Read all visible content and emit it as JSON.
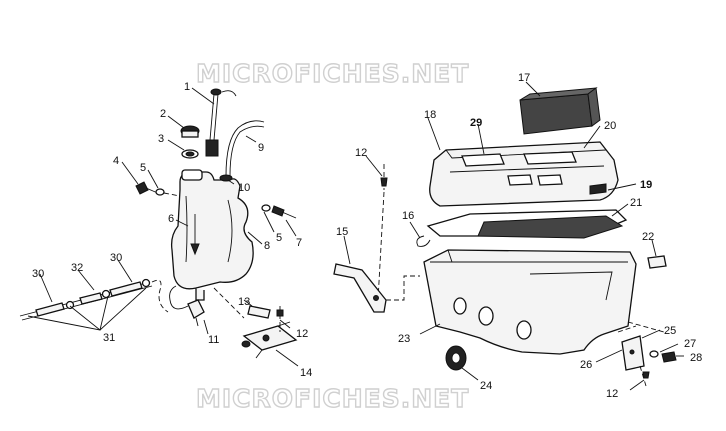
{
  "watermarks": [
    "MICROFICHES.NET",
    "MICROFICHES.NET"
  ],
  "callouts": [
    {
      "id": "c1",
      "text": "1",
      "bold": false
    },
    {
      "id": "c2",
      "text": "2",
      "bold": false
    },
    {
      "id": "c3",
      "text": "3",
      "bold": false
    },
    {
      "id": "c4",
      "text": "4",
      "bold": false
    },
    {
      "id": "c5a",
      "text": "5",
      "bold": false
    },
    {
      "id": "c5b",
      "text": "5",
      "bold": false
    },
    {
      "id": "c6",
      "text": "6",
      "bold": false
    },
    {
      "id": "c7",
      "text": "7",
      "bold": false
    },
    {
      "id": "c8",
      "text": "8",
      "bold": false
    },
    {
      "id": "c9",
      "text": "9",
      "bold": false
    },
    {
      "id": "c10",
      "text": "10",
      "bold": false
    },
    {
      "id": "c11",
      "text": "11",
      "bold": false
    },
    {
      "id": "c12a",
      "text": "12",
      "bold": false
    },
    {
      "id": "c12b",
      "text": "12",
      "bold": false
    },
    {
      "id": "c12c",
      "text": "12",
      "bold": false
    },
    {
      "id": "c13",
      "text": "13",
      "bold": false
    },
    {
      "id": "c14",
      "text": "14",
      "bold": false
    },
    {
      "id": "c15",
      "text": "15",
      "bold": false
    },
    {
      "id": "c16",
      "text": "16",
      "bold": false
    },
    {
      "id": "c17",
      "text": "17",
      "bold": false
    },
    {
      "id": "c18",
      "text": "18",
      "bold": false
    },
    {
      "id": "c19",
      "text": "19",
      "bold": true
    },
    {
      "id": "c20",
      "text": "20",
      "bold": false
    },
    {
      "id": "c21",
      "text": "21",
      "bold": false
    },
    {
      "id": "c22",
      "text": "22",
      "bold": false
    },
    {
      "id": "c23",
      "text": "23",
      "bold": false
    },
    {
      "id": "c24",
      "text": "24",
      "bold": false
    },
    {
      "id": "c25",
      "text": "25",
      "bold": false
    },
    {
      "id": "c26",
      "text": "26",
      "bold": false
    },
    {
      "id": "c27",
      "text": "27",
      "bold": false
    },
    {
      "id": "c28",
      "text": "28",
      "bold": false
    },
    {
      "id": "c29",
      "text": "29",
      "bold": true
    },
    {
      "id": "c30a",
      "text": "30",
      "bold": false
    },
    {
      "id": "c30b",
      "text": "30",
      "bold": false
    },
    {
      "id": "c31",
      "text": "31",
      "bold": false
    },
    {
      "id": "c32",
      "text": "32",
      "bold": false
    }
  ]
}
